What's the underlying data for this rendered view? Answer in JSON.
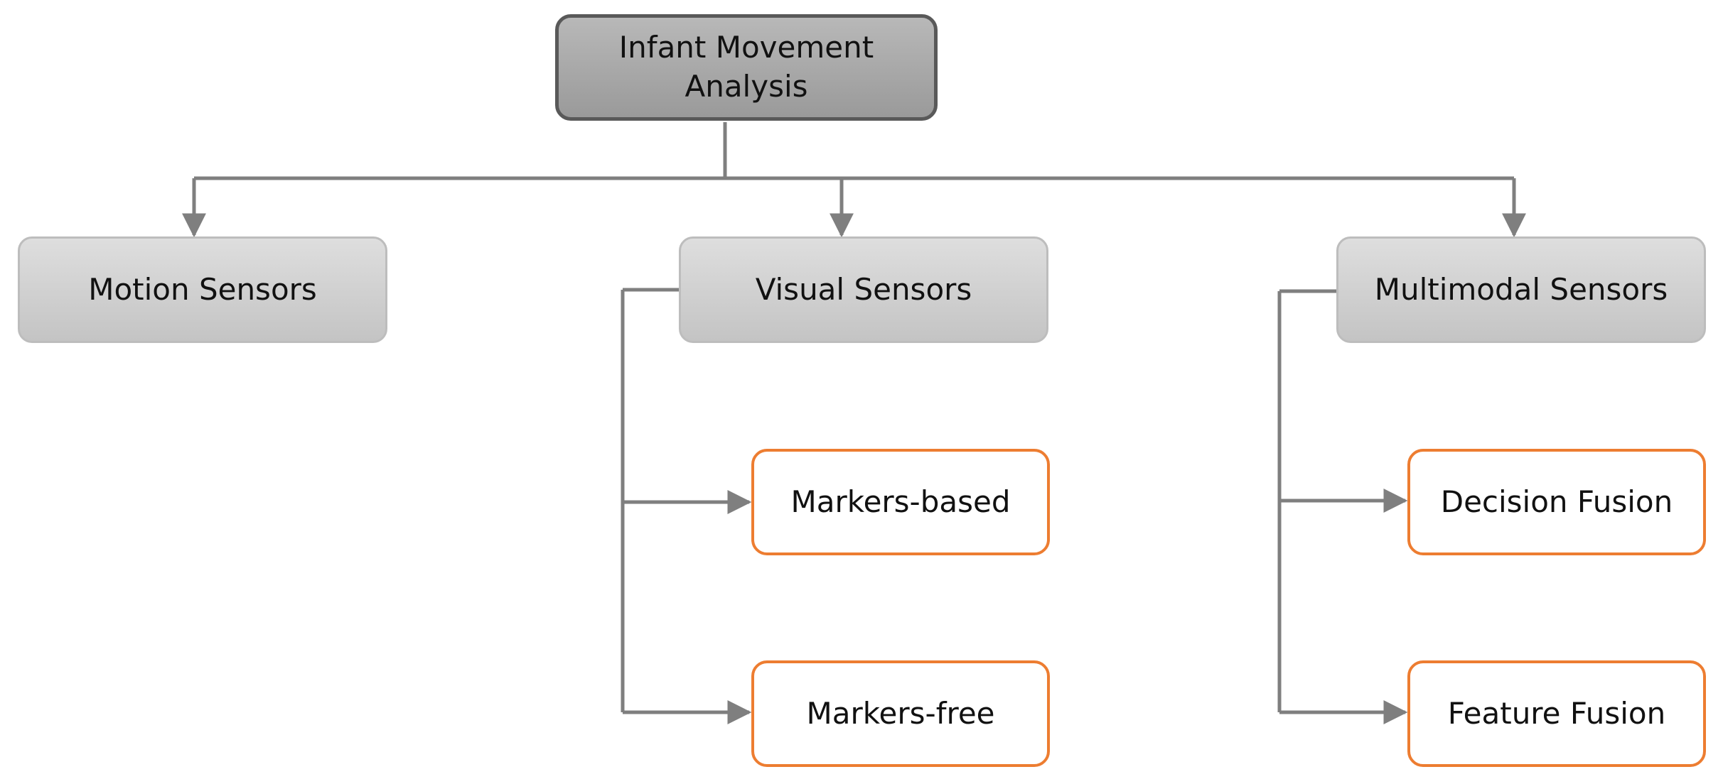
{
  "colors": {
    "connector": "#7f7f7f",
    "root_border": "#595959",
    "leaf_border": "#ed7d31"
  },
  "root": {
    "label": "Infant Movement\nAnalysis"
  },
  "categories": {
    "motion": "Motion Sensors",
    "visual": "Visual Sensors",
    "multimodal": "Multimodal Sensors"
  },
  "visual_children": {
    "markers_based": "Markers-based",
    "markers_free": "Markers-free"
  },
  "multimodal_children": {
    "decision_fusion": "Decision Fusion",
    "feature_fusion": "Feature Fusion"
  }
}
